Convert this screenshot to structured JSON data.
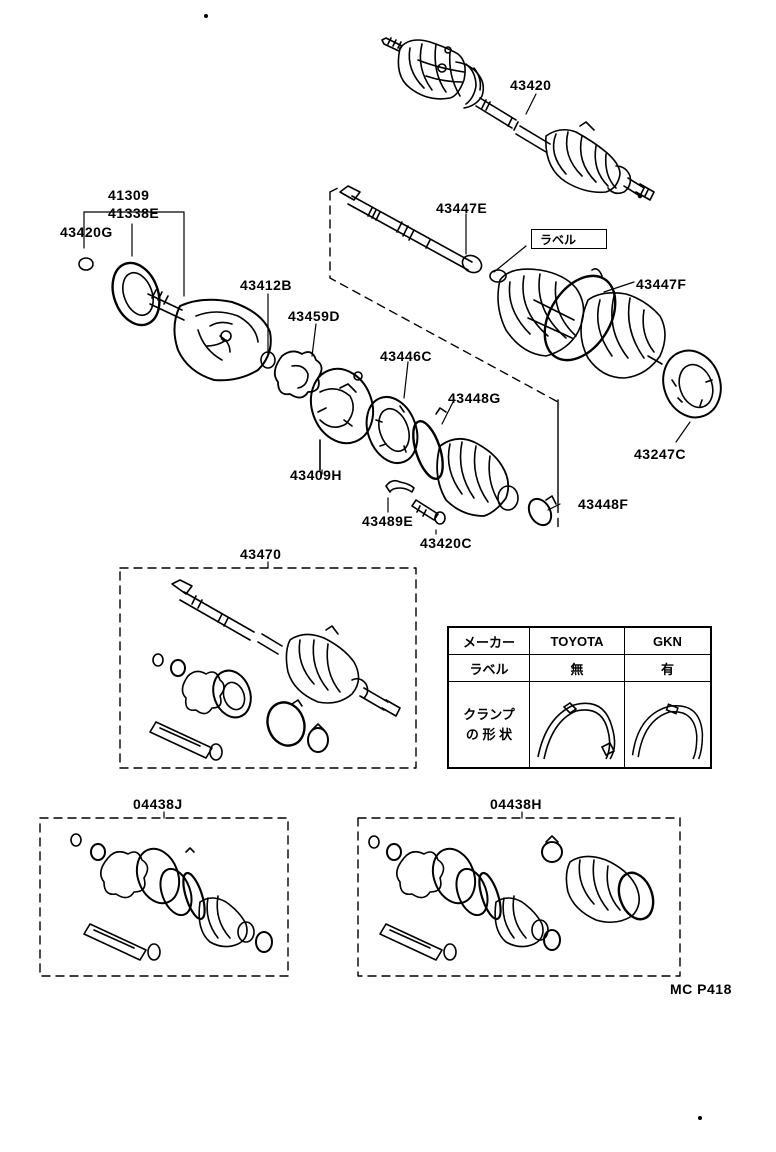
{
  "parts": {
    "p43420": "43420",
    "p41309": "41309",
    "p41338E": "41338E",
    "p43420G": "43420G",
    "p43447E": "43447E",
    "p43447F": "43447F",
    "p43412B": "43412B",
    "p43459D": "43459D",
    "p43446C": "43446C",
    "p43448G": "43448G",
    "p43409H": "43409H",
    "p43247C": "43247C",
    "p43448F": "43448F",
    "p43489E": "43489E",
    "p43420C": "43420C",
    "p43470": "43470",
    "p04438J": "04438J",
    "p04438H": "04438H"
  },
  "callout_label": "ラベル",
  "table": {
    "header_maker": "メーカー",
    "header_toyota": "TOYOTA",
    "header_gkn": "GKN",
    "row_label": "ラベル",
    "toyota_label": "無",
    "gkn_label": "有",
    "row_clamp_line1": "クランプ",
    "row_clamp_line2": "の 形 状"
  },
  "figure_code": "MC P418"
}
